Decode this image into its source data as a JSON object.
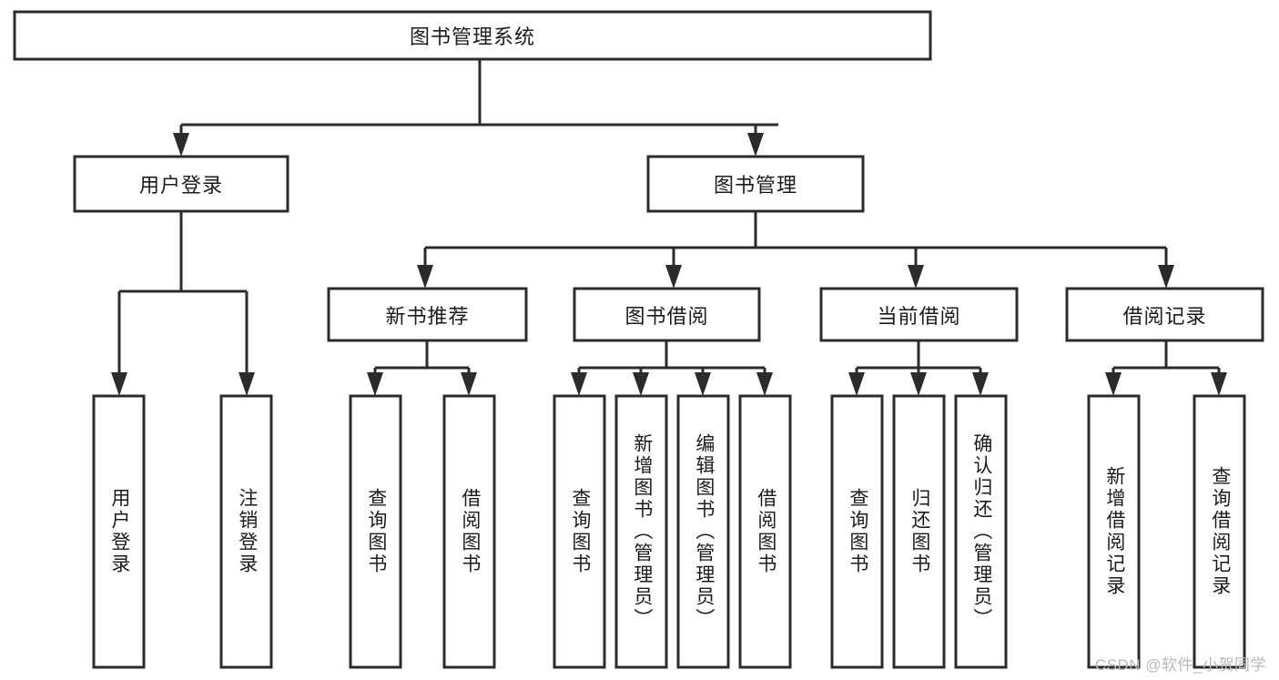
{
  "diagram": {
    "type": "tree-hierarchy",
    "title": "图书管理系统",
    "watermark": "CSDN @软件_小贺同学",
    "colors": {
      "stroke": "#2b2b2b",
      "fill": "#ffffff",
      "text": "#1b1b1b",
      "watermark": "#b8b8b8"
    },
    "levels": {
      "level1": {
        "label": "图书管理系统"
      },
      "level2": [
        {
          "label": "用户登录"
        },
        {
          "label": "图书管理"
        }
      ],
      "level3": [
        {
          "label": "新书推荐"
        },
        {
          "label": "图书借阅"
        },
        {
          "label": "当前借阅"
        },
        {
          "label": "借阅记录"
        }
      ],
      "level4": [
        {
          "label": "用户登录",
          "parent": "用户登录"
        },
        {
          "label": "注销登录",
          "parent": "用户登录"
        },
        {
          "label": "查询图书",
          "parent": "新书推荐"
        },
        {
          "label": "借阅图书",
          "parent": "新书推荐"
        },
        {
          "label": "查询图书",
          "parent": "图书借阅"
        },
        {
          "label": "新增图书（管理员）",
          "parent": "图书借阅"
        },
        {
          "label": "编辑图书（管理员）",
          "parent": "图书借阅"
        },
        {
          "label": "借阅图书",
          "parent": "图书借阅"
        },
        {
          "label": "查询图书",
          "parent": "当前借阅"
        },
        {
          "label": "归还图书",
          "parent": "当前借阅"
        },
        {
          "label": "确认归还（管理员）",
          "parent": "当前借阅"
        },
        {
          "label": "新增借阅记录",
          "parent": "借阅记录"
        },
        {
          "label": "查询借阅记录",
          "parent": "借阅记录"
        }
      ]
    }
  }
}
